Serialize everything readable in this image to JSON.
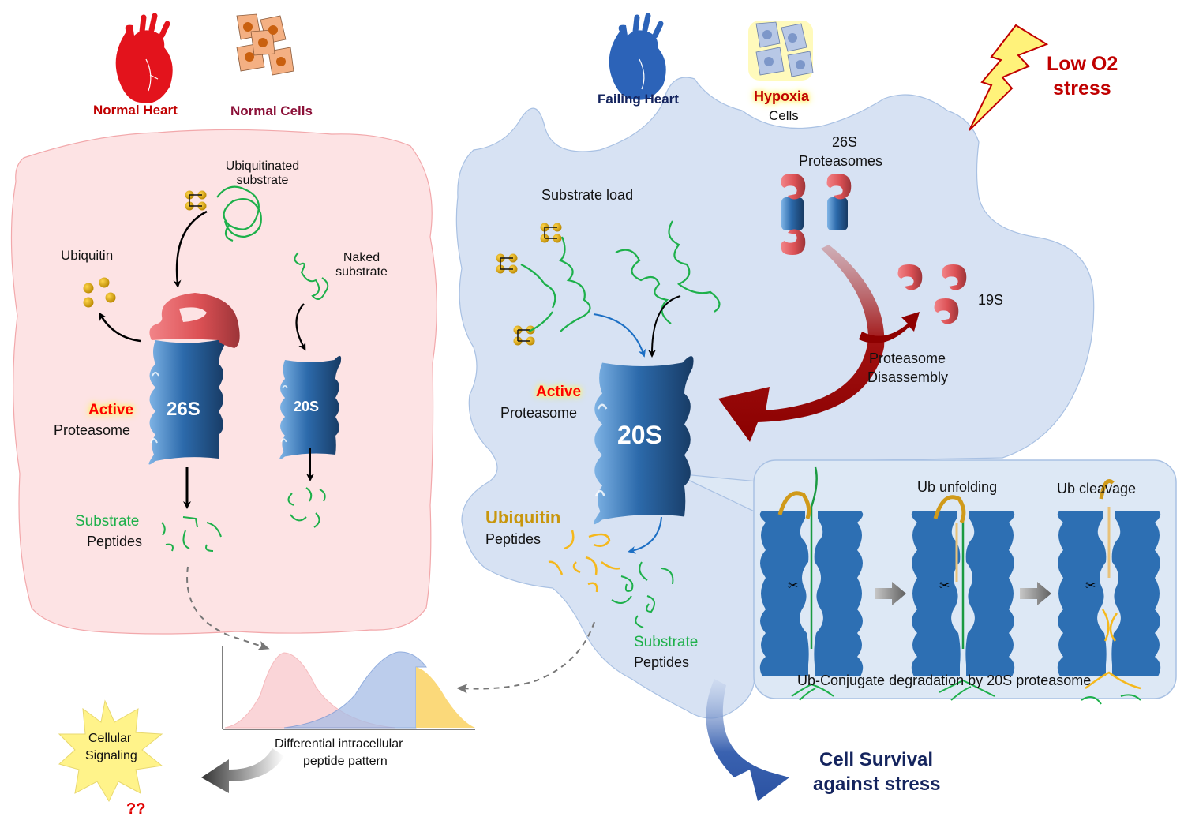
{
  "colors": {
    "normal_cell_fill": "#fde3e4",
    "normal_cell_stroke": "#f2a8ab",
    "hypoxia_cell_fill": "#d7e2f3",
    "hypoxia_cell_stroke": "#a9c1e3",
    "proteasome_blue": "#2a6aa8",
    "cap_red": "#e05a5e",
    "peptide_green": "#1db04a",
    "ubiquitin_gold": "#e0a810",
    "ubiquitin_peptide": "#f5b81c",
    "heart_red": "#e3131c",
    "heart_blue": "#2c63b8",
    "disassembly_arrow": "#8e0000",
    "survival_text": "#14245e",
    "alert_red": "#e00000"
  },
  "normal": {
    "heart_label": "Normal Heart",
    "cells_label": "Normal Cells",
    "ubiquitinated_substrate": "Ubiquitinated substrate",
    "ubiquitin": "Ubiquitin",
    "naked_substrate": "Naked substrate",
    "active": "Active",
    "proteasome": "Proteasome",
    "label_26s": "26S",
    "label_20s": "20S",
    "substrate": "Substrate",
    "peptides": "Peptides"
  },
  "hypoxia": {
    "heart_label": "Failing Heart",
    "hypoxia_word": "Hypoxia",
    "cells_word": "Cells",
    "stress_line1": "Low O2",
    "stress_line2": "stress",
    "proteasomes_26s_line1": "26S",
    "proteasomes_26s_line2": "Proteasomes",
    "substrate_load": "Substrate load",
    "label_19s": "19S",
    "disassembly_line1": "Proteasome",
    "disassembly_line2": "Disassembly",
    "active": "Active",
    "proteasome": "Proteasome",
    "label_20s": "20S",
    "ubiquitin": "Ubiquitin",
    "ub_peptides": "Peptides",
    "substrate": "Substrate",
    "sub_peptides": "Peptides"
  },
  "inset": {
    "step2": "Ub unfolding",
    "step3": "Ub cleavage",
    "caption": "Ub-Conjugate degradation by 20S proteasome"
  },
  "pattern": {
    "caption_line1": "Differential intracellular",
    "caption_line2": "peptide pattern"
  },
  "signaling": {
    "line1": "Cellular",
    "line2": "Signaling",
    "question": "??"
  },
  "survival": {
    "line1": "Cell Survival",
    "line2": "against stress"
  }
}
